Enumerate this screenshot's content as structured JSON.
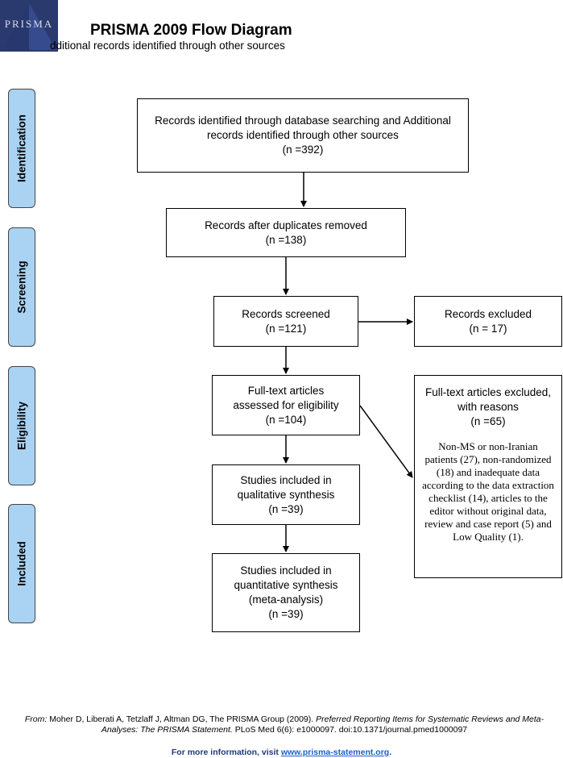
{
  "header": {
    "logo_text": "PRISMA",
    "title": "PRISMA 2009 Flow Diagram",
    "subtitle": "dditional records identified through other sources"
  },
  "phases": {
    "identification": "Identification",
    "screening": "Screening",
    "eligibility": "Eligibility",
    "included": "Included"
  },
  "boxes": {
    "identified": {
      "line1": "Records identified through database searching and Additional records identified through other sources",
      "count": "(n =392)"
    },
    "duplicates_removed": {
      "line1": "Records after duplicates removed",
      "count": "(n =138)"
    },
    "screened": {
      "line1": "Records screened",
      "count": "(n =121)"
    },
    "excluded": {
      "line1": "Records excluded",
      "count": "(n = 17)"
    },
    "fulltext_assessed": {
      "line1": "Full-text articles assessed for eligibility",
      "count": "(n =104)"
    },
    "fulltext_excluded": {
      "line1": "Full-text articles excluded, with reasons",
      "count": "(n =65)",
      "reasons": "Non-MS or non-Iranian patients (27), non-randomized (18) and inadequate data according to the data extraction checklist (14), articles to the editor without original data, review and case report (5) and Low Quality (1)."
    },
    "qualitative": {
      "line1": "Studies included in qualitative synthesis",
      "count": "(n =39)"
    },
    "quantitative": {
      "line1": "Studies included in quantitative synthesis (meta-analysis)",
      "count": "(n =39)"
    }
  },
  "footer": {
    "from_label": "From:",
    "citation_a": "Moher D, Liberati A, Tetzlaff J, Altman DG, The PRISMA Group (2009).",
    "citation_title": "Preferred Reporting Items for Systematic Reviews and Meta-Analyses: The PRISMA Statement.",
    "citation_b": "PLoS Med 6(6): e1000097. doi:10.1371/journal.pmed1000097",
    "more_info": "For more information, visit",
    "link_text": "www.prisma-statement.org",
    "link_suffix": "."
  }
}
